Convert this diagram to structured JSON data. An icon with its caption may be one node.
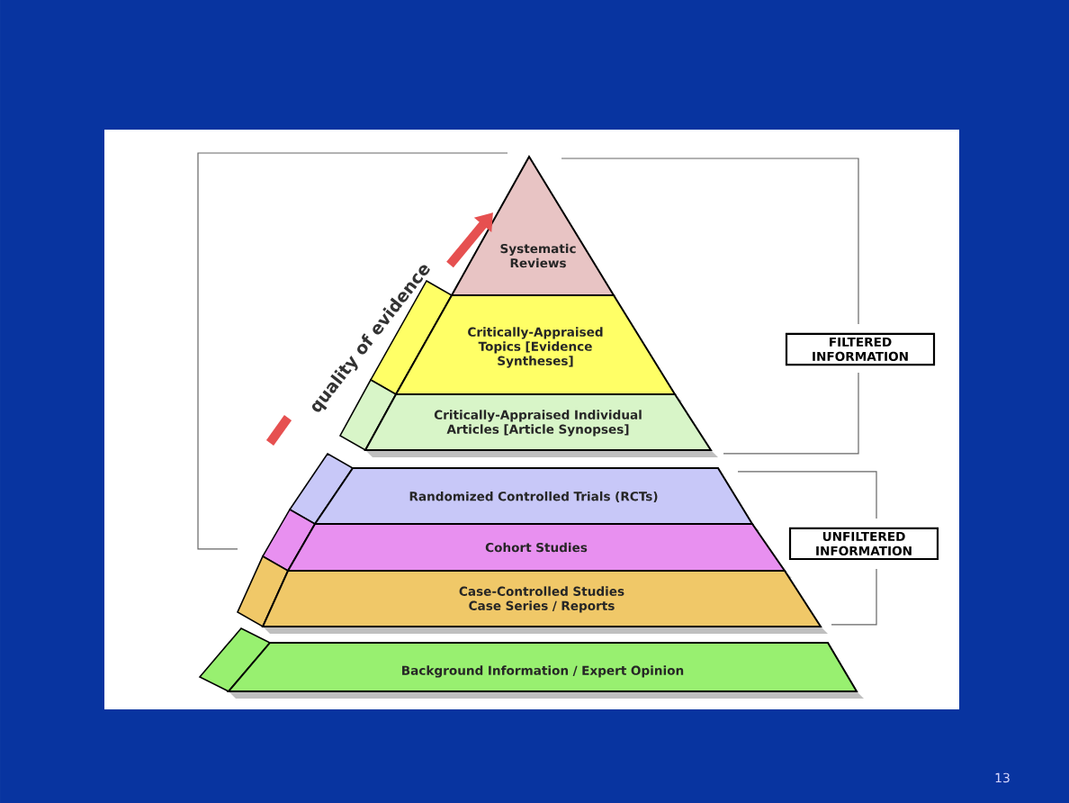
{
  "diagram": {
    "nodes": [
      {
        "text": [
          "Systematic Reviews"
        ]
      },
      {
        "text": [
          "Critically-Appraised Topics [Evidence Syntheses]"
        ]
      },
      {
        "text": [
          "Critically-Appraised Individual Articles [Article Synopses]"
        ]
      },
      {
        "text": [
          "Randomized Controlled Trials (RCTs)"
        ]
      },
      {
        "text": [
          "Cohort Studies"
        ]
      },
      {
        "text": [
          "Case-Controlled Studies Case Series / Reports"
        ]
      },
      {
        "text": [
          "Background Information / Expert Opinion"
        ]
      },
      {
        "text": [
          "FILTERED INFORMATION"
        ]
      },
      {
        "text": [
          "UNFILTERED INFORMATION"
        ]
      }
    ],
    "labels": [
      "quality of evidence",
      "13"
    ]
  }
}
